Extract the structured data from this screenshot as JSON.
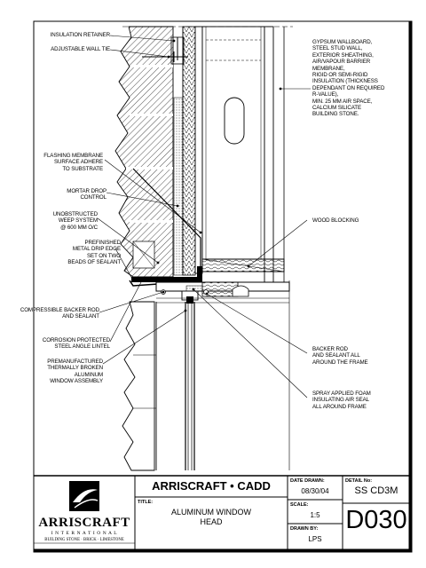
{
  "labels": {
    "insulation_retainer": "INSULATION RETAINER",
    "adjustable_wall_tie": "ADJUSTABLE WALL TIE",
    "wall_assembly": "GYPSUM WALLBOARD,\nSTEEL STUD WALL,\nEXTERIOR SHEATHING,\nAIR/VAPOUR BARRIER\nMEMBRANE,\nRIGID OR SEMI-RIGID\nINSULATION (THICKNESS\nDEPENDANT ON REQUIRED\nR-VALUE),\nMIN. 25 MM AIR SPACE,\nCALCIUM SILICATE\nBUILDING STONE.",
    "flashing_membrane": "FLASHING MEMBRANE\nSURFACE ADHERE\nTO SUBSTRATE",
    "mortar_drop_control": "MORTAR DROP\nCONTROL",
    "weep_system": "UNOBSTRUCTED\nWEEP SYSTEM\n@ 600 MM O/C",
    "drip_edge": "PREFINISHED\nMETAL DRIP EDGE\nSET ON TWO\nBEADS OF SEALANT",
    "wood_blocking": "WOOD BLOCKING",
    "backer_rod_left": "COMPRESSIBLE BACKER ROD\nAND SEALANT",
    "lintel": "CORROSION PROTECTED\nSTEEL ANGLE LINTEL",
    "window_assembly": "PREMANUFACTURED\nTHERMALLY BROKEN\nALUMINUM\nWINDOW ASSEMBLY",
    "backer_rod_right": "BACKER ROD\nAND SEALANT ALL\nAROUND THE FRAME",
    "spray_foam": "SPRAY APPLIED FOAM\nINSULATING AIR SEAL\nALL AROUND FRAME"
  },
  "title_block": {
    "company": "ARRISCRAFT • CADD",
    "logo_name": "ARRISCRAFT",
    "logo_sub": "I N T E R N A T I O N A L",
    "logo_tagline": "BUILDING STONE · BRICK · LIMESTONE",
    "date_label": "DATE DRAWN:",
    "date_value": "08/30/04",
    "detail_label": "DETAIL No:",
    "detail_value": "SS CD3M",
    "title_label": "TITLE:",
    "title_line1": "ALUMINUM WINDOW",
    "title_line2": "HEAD",
    "scale_label": "SCALE:",
    "scale_value": "1:5",
    "drawn_label": "DRAWN BY:",
    "drawn_value": "LPS",
    "sheet_number": "D030"
  }
}
